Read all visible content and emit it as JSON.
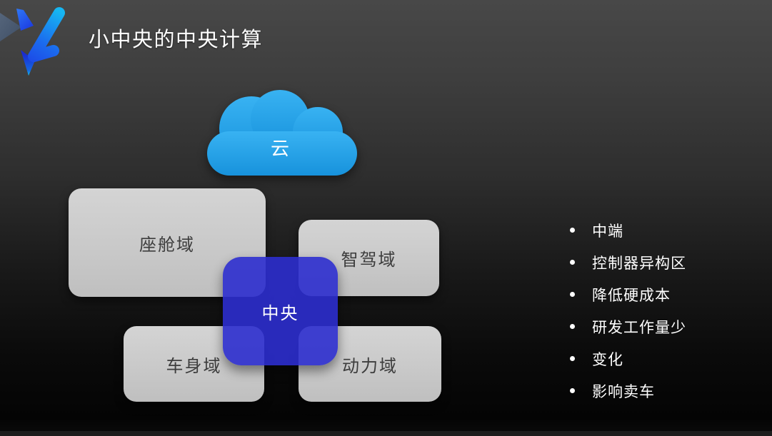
{
  "slide": {
    "title": "小中央的中央计算",
    "cloud": {
      "label": "云",
      "icon": "cloud-icon",
      "color": "#29A6EA"
    },
    "central": {
      "label": "中央",
      "color": "#2C2ECE"
    },
    "domains": [
      {
        "id": "cabin",
        "label": "座舱域"
      },
      {
        "id": "adas",
        "label": "智驾域"
      },
      {
        "id": "body",
        "label": "车身域"
      },
      {
        "id": "power",
        "label": "动力域"
      }
    ],
    "bullets": [
      "中端",
      "控制器异构区",
      "降低硬成本",
      "研发工作量少",
      "变化",
      "影响卖车"
    ],
    "logo": {
      "icon": "brand-checkmark-logo-icon",
      "colors": [
        "#16B6F2",
        "#1D4BE8",
        "#4C5D73"
      ]
    },
    "colors": {
      "domain_box_gray": "#C9C9C9",
      "domain_text": "#3D3D3D",
      "background_top": "#484848",
      "background_bottom": "#050505",
      "text_white": "#FFFFFF"
    }
  }
}
